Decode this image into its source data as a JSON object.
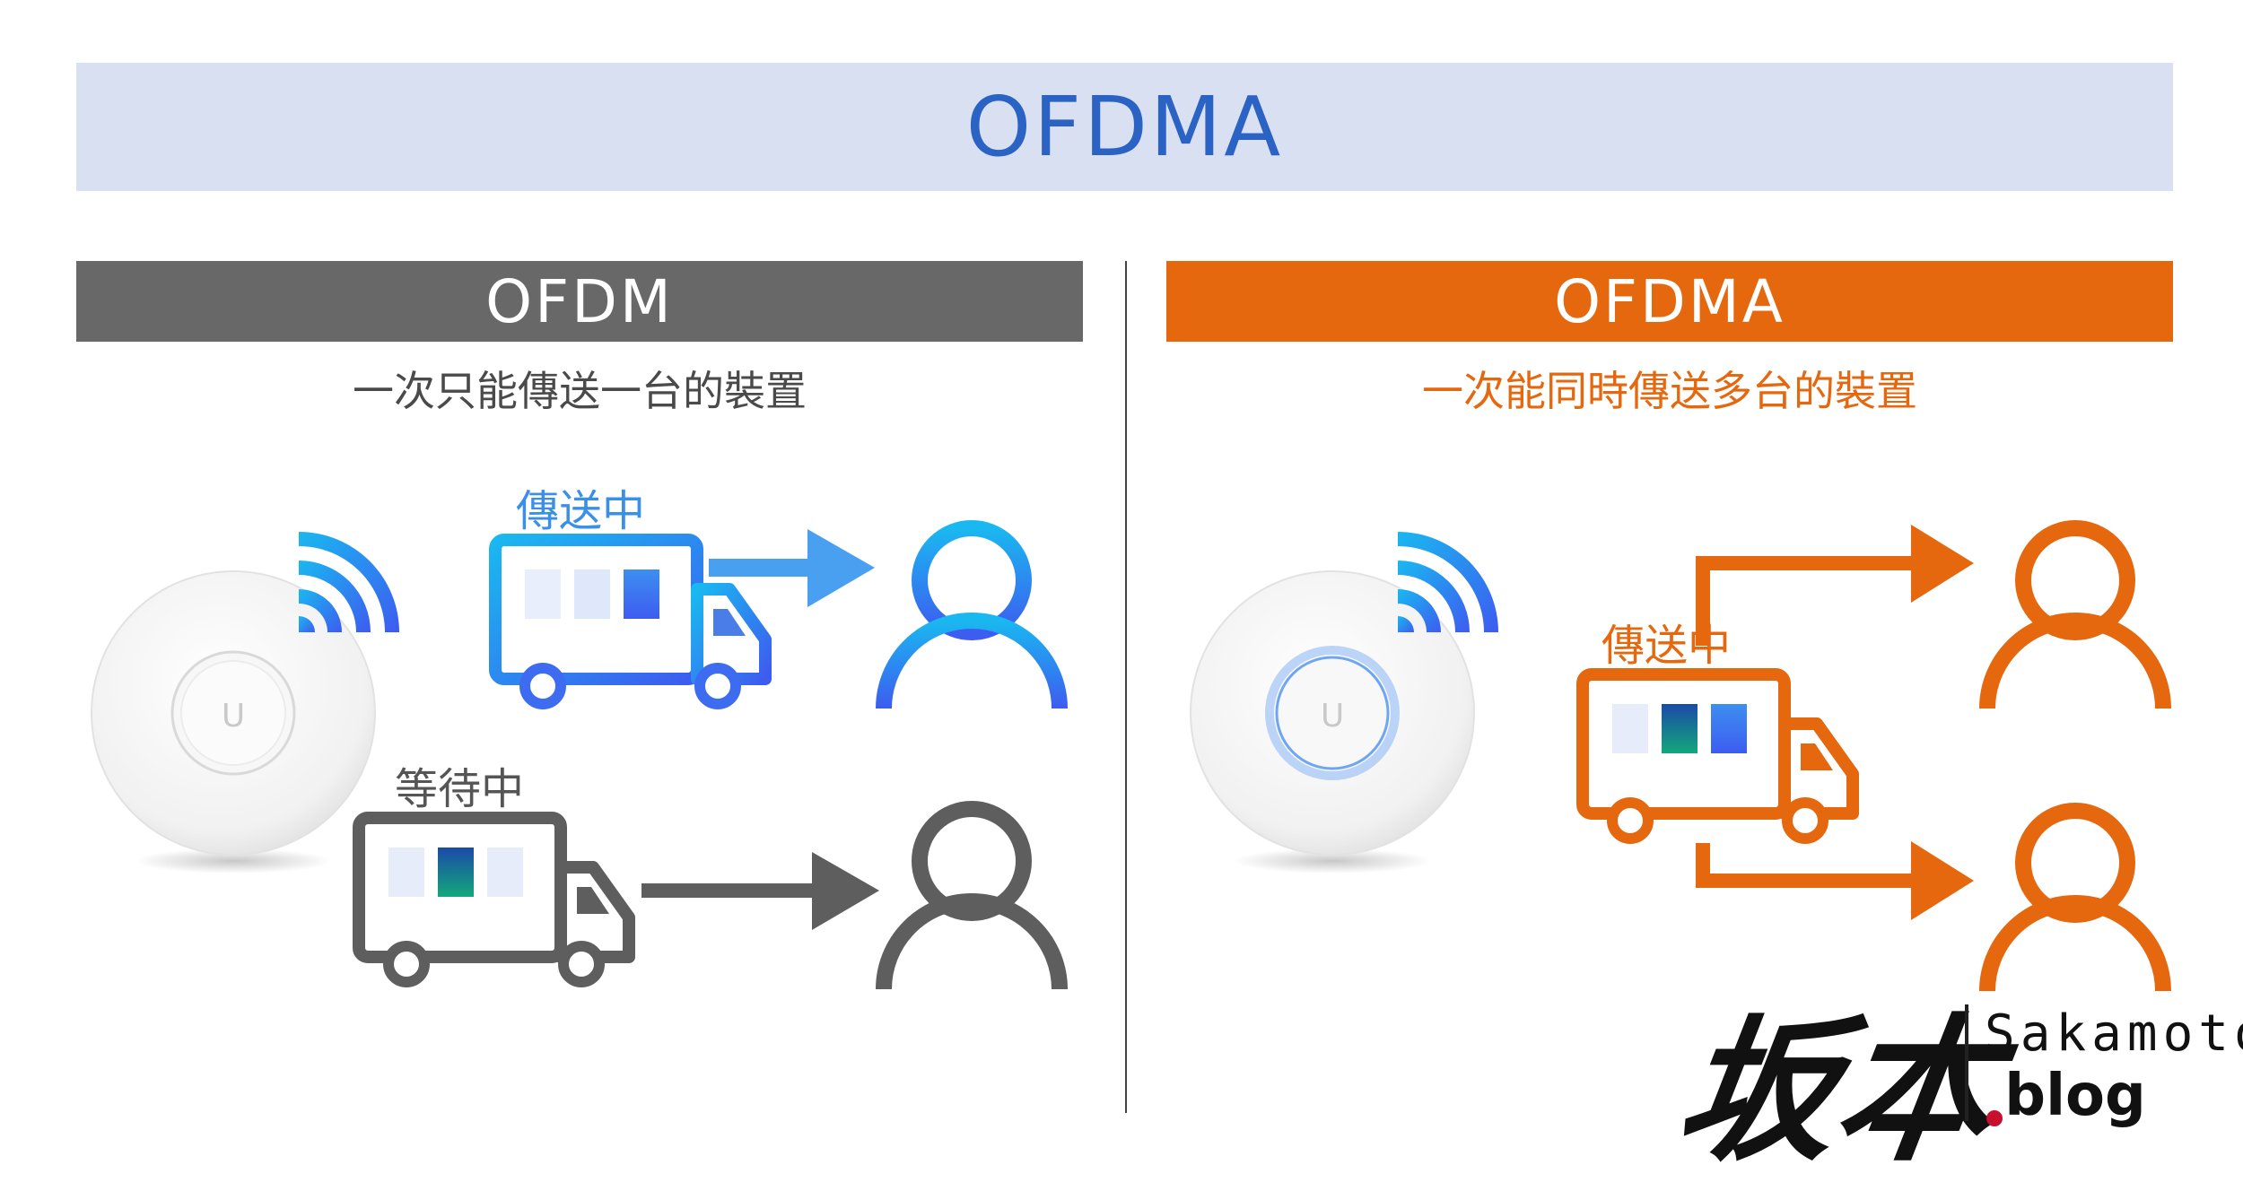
{
  "title": "OFDMA",
  "left": {
    "header": "OFDM",
    "subtitle": "一次只能傳送一台的裝置",
    "sending_label": "傳送中",
    "waiting_label": "等待中"
  },
  "right": {
    "header": "OFDMA",
    "subtitle": "一次能同時傳送多台的裝置",
    "sending_label": "傳送中"
  },
  "logo": {
    "kanji": "坂本",
    "name": "Sakamoto",
    "domain": "blog"
  },
  "colors": {
    "title_band": "#d8e0f2",
    "title_text": "#2b63c4",
    "ofdm_header": "#686868",
    "ofdma_header": "#e5670e",
    "sending_blue": "#3a8fe8",
    "waiting_gray": "#555555",
    "logo_dot": "#c8102e"
  },
  "icons": [
    "wifi-access-point-icon",
    "wifi-signal-icon",
    "delivery-truck-icon",
    "arrow-right-icon",
    "user-icon"
  ]
}
